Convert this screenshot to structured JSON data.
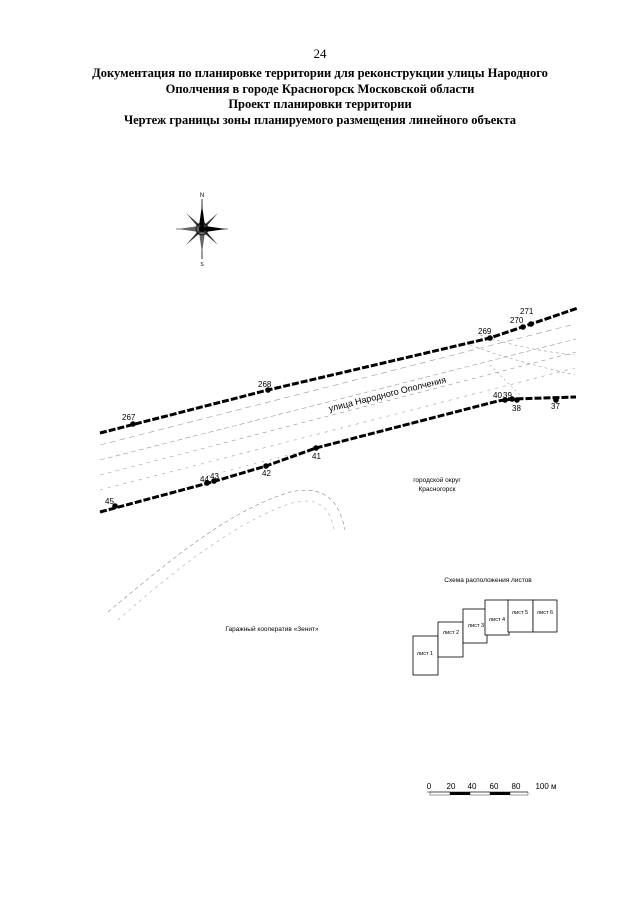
{
  "page_number": "24",
  "header": {
    "line1": "Документация по планировке территории для реконструкции улицы Народного",
    "line2": "Ополчения в городе Красногорск Московской области",
    "line3": "Проект планировки территории",
    "line4": "Чертеж границы зоны планируемого размещения линейного объекта"
  },
  "compass": {
    "north": "N",
    "south": "S"
  },
  "map": {
    "street_label": "улица Народного Ополчения",
    "district_line1": "городской округ",
    "district_line2": "Красногорск",
    "garage_label": "Гаражный кооператив «Зенит»",
    "upper_points": [
      "267",
      "268",
      "269",
      "270",
      "271"
    ],
    "lower_points": [
      "45",
      "44",
      "43",
      "42",
      "41",
      "40",
      "39",
      "38",
      "37"
    ]
  },
  "sheet_scheme": {
    "title": "Схема расположения листов",
    "sheets": [
      "лист 1",
      "лист 2",
      "лист 3",
      "лист 4",
      "лист 5",
      "лист 6"
    ]
  },
  "scale_bar": {
    "ticks": [
      "0",
      "20",
      "40",
      "60",
      "80",
      "100 м"
    ]
  }
}
